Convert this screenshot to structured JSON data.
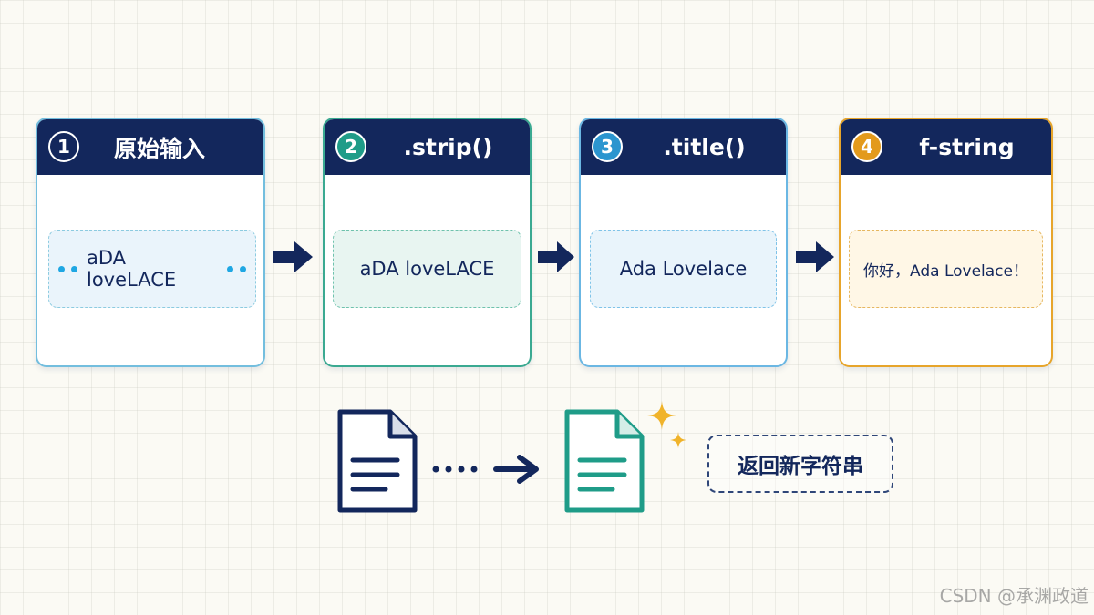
{
  "steps": [
    {
      "number": "1",
      "title": "原始输入",
      "value": "aDA loveLACE"
    },
    {
      "number": "2",
      "title": ".strip()",
      "value": "aDA loveLACE"
    },
    {
      "number": "3",
      "title": ".title()",
      "value": "Ada Lovelace"
    },
    {
      "number": "4",
      "title": "f-string",
      "value": "你好，Ada Lovelace！"
    }
  ],
  "result_label": "返回新字符串",
  "watermark": "CSDN @承渊政道",
  "colors": {
    "header": "#13275c",
    "step1_border": "#73bede",
    "step2_accent": "#1f9c88",
    "step3_accent": "#2b95cf",
    "step4_accent": "#e39a1c",
    "whitespace_dots": "#1fa7e3"
  },
  "icons": {
    "flow_arrow": "right-arrow-icon",
    "original_document": "document-icon",
    "new_document": "new-document-icon",
    "sparkle": "sparkle-icon"
  }
}
